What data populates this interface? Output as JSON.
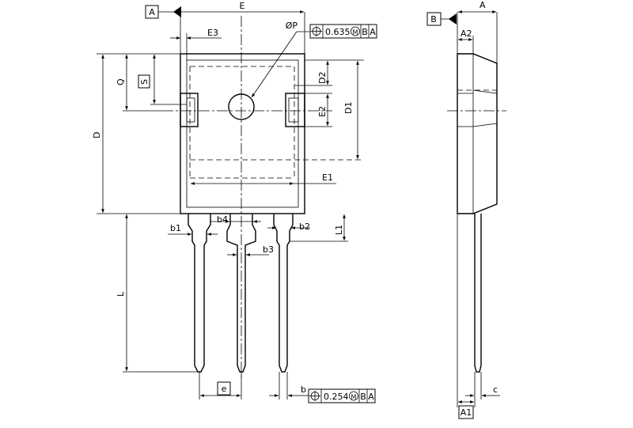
{
  "datums": {
    "a": "A",
    "b": "B"
  },
  "dims": {
    "E": "E",
    "E3": "E3",
    "phiP": "ØP",
    "Q": "Q",
    "S": "S",
    "D": "D",
    "D1": "D1",
    "D2": "D2",
    "E2": "E2",
    "E1": "E1",
    "L": "L",
    "L1": "L1",
    "b1": "b1",
    "b2": "b2",
    "b3": "b3",
    "b4": "b4",
    "e": "e",
    "b": "b",
    "A": "A",
    "A2": "A2",
    "A1": "A1",
    "c": "c"
  },
  "tolerances": {
    "top": {
      "value": "0.635",
      "mod": "M",
      "ref1": "B",
      "ref2": "A"
    },
    "bottom": {
      "value": "0.254",
      "mod": "M",
      "ref1": "B",
      "ref2": "A"
    }
  }
}
